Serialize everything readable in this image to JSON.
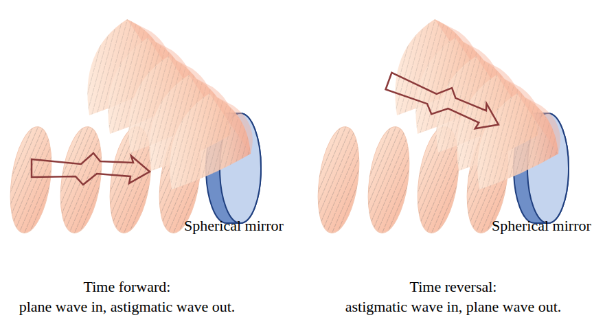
{
  "diagram": {
    "labels": [
      "Spherical mirror",
      "Spherical mirror",
      "Time forward:",
      "plane wave in, astigmatic wave out.",
      "Time reversal:",
      "astigmatic wave in, plane wave out."
    ]
  }
}
